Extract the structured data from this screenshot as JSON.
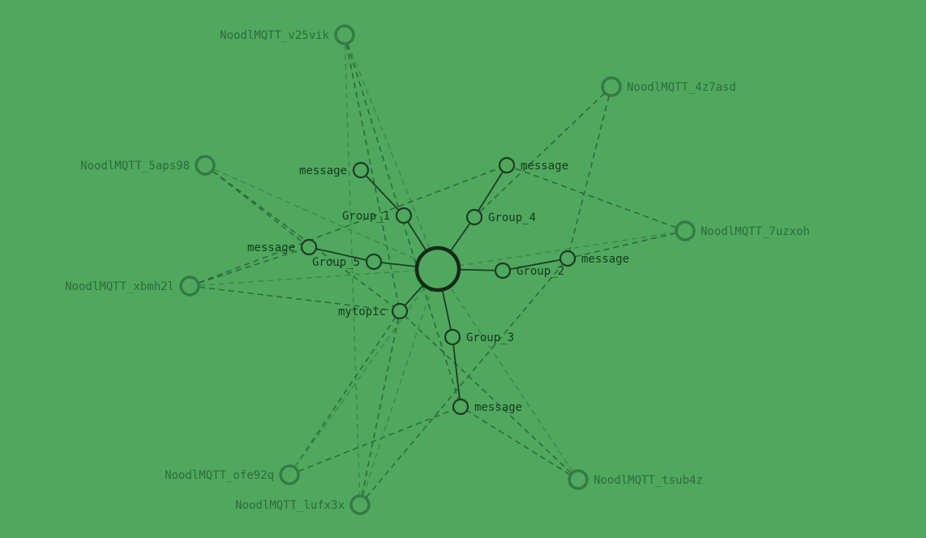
{
  "colors": {
    "background": "#4fa85e",
    "node_dark": "#1f3a24",
    "node_client": "#357a45",
    "edge_solid": "#1e3d25",
    "edge_dashed": "#2f6a3c",
    "edge_dashed_light": "#3f8a4e"
  },
  "graph": {
    "root": {
      "label": ""
    },
    "groups": [
      {
        "id": "g1",
        "label": "Group_1"
      },
      {
        "id": "g2",
        "label": "Group_2"
      },
      {
        "id": "g3",
        "label": "Group_3"
      },
      {
        "id": "g4",
        "label": "Group_4"
      },
      {
        "id": "g5",
        "label": "Group_5"
      }
    ],
    "topics": [
      {
        "id": "t1",
        "label": "message"
      },
      {
        "id": "t2",
        "label": "message"
      },
      {
        "id": "t3",
        "label": "message"
      },
      {
        "id": "t4",
        "label": "message"
      },
      {
        "id": "t5",
        "label": "message"
      },
      {
        "id": "t6",
        "label": "mytopic"
      }
    ],
    "clients": [
      {
        "id": "c1",
        "label": "NoodlMQTT_v25vik"
      },
      {
        "id": "c2",
        "label": "NoodlMQTT_4z7asd"
      },
      {
        "id": "c3",
        "label": "NoodlMQTT_5aps98"
      },
      {
        "id": "c4",
        "label": "NoodlMQTT_7uzxoh"
      },
      {
        "id": "c5",
        "label": "NoodlMQTT_xbmh2l"
      },
      {
        "id": "c6",
        "label": "NoodlMQTT_ofe92q"
      },
      {
        "id": "c7",
        "label": "NoodlMQTT_tsub4z"
      },
      {
        "id": "c8",
        "label": "NoodlMQTT_lufx3x"
      }
    ],
    "solid_edges": [
      [
        "root",
        "g1"
      ],
      [
        "root",
        "g2"
      ],
      [
        "root",
        "g3"
      ],
      [
        "root",
        "g4"
      ],
      [
        "root",
        "g5"
      ],
      [
        "root",
        "t6"
      ],
      [
        "g1",
        "t1"
      ],
      [
        "g2",
        "t3"
      ],
      [
        "g3",
        "t5"
      ],
      [
        "g4",
        "t2"
      ],
      [
        "g5",
        "t4"
      ]
    ],
    "dashed_edges": [
      [
        "c1",
        "t6"
      ],
      [
        "c1",
        "t5"
      ],
      [
        "c1",
        "root"
      ],
      [
        "c1",
        "c8"
      ],
      [
        "c2",
        "g4"
      ],
      [
        "c2",
        "t3"
      ],
      [
        "c3",
        "t4"
      ],
      [
        "c3",
        "t6"
      ],
      [
        "c3",
        "root"
      ],
      [
        "c4",
        "t2"
      ],
      [
        "c4",
        "t3"
      ],
      [
        "c4",
        "root"
      ],
      [
        "c5",
        "t4"
      ],
      [
        "c5",
        "t6"
      ],
      [
        "c5",
        "root"
      ],
      [
        "c5",
        "t2"
      ],
      [
        "c6",
        "t5"
      ],
      [
        "c6",
        "t6"
      ],
      [
        "c6",
        "root"
      ],
      [
        "c7",
        "t5"
      ],
      [
        "c7",
        "t6"
      ],
      [
        "c7",
        "root"
      ],
      [
        "c8",
        "t6"
      ],
      [
        "c8",
        "root"
      ],
      [
        "c8",
        "t3"
      ]
    ]
  }
}
